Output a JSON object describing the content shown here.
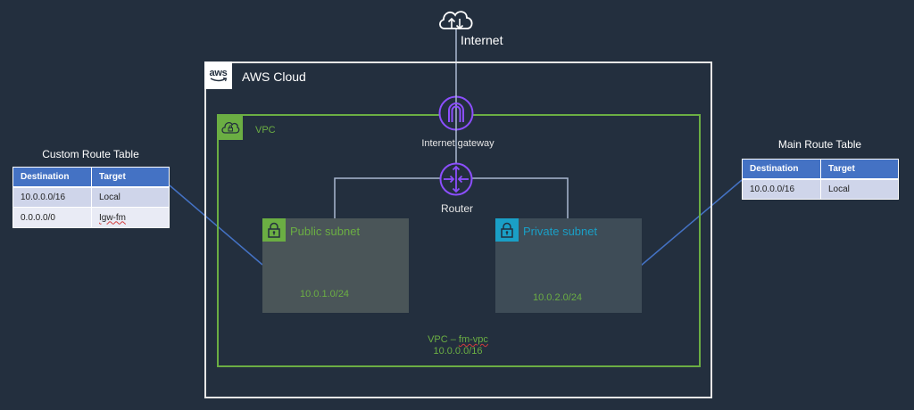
{
  "diagram": {
    "internet": {
      "label": "Internet",
      "icon": "internet-cloud-icon"
    },
    "aws_cloud": {
      "label": "AWS Cloud",
      "logo_text": "aws",
      "icon": "aws-logo-icon"
    },
    "vpc": {
      "label": "VPC",
      "icon": "vpc-cloud-lock-icon",
      "caption_prefix": "VPC – ",
      "caption_name": "fm-vpc",
      "cidr": "10.0.0.0/16"
    },
    "internet_gateway": {
      "label": "Internet gateway",
      "icon": "internet-gateway-icon"
    },
    "router": {
      "label": "Router",
      "icon": "router-icon"
    },
    "subnets": [
      {
        "label": "Public subnet",
        "cidr": "10.0.1.0/24",
        "icon": "lock-icon",
        "color": "#6bae43"
      },
      {
        "label": "Private subnet",
        "cidr": "10.0.2.0/24",
        "icon": "lock-icon",
        "color": "#1a9fc6"
      }
    ],
    "route_tables": {
      "custom": {
        "title": "Custom Route Table",
        "columns": [
          "Destination",
          "Target"
        ],
        "rows": [
          [
            "10.0.0.0/16",
            "Local"
          ],
          [
            "0.0.0.0/0",
            "Igw-fm"
          ]
        ]
      },
      "main": {
        "title": "Main Route Table",
        "columns": [
          "Destination",
          "Target"
        ],
        "rows": [
          [
            "10.0.0.0/16",
            "Local"
          ]
        ]
      }
    },
    "colors": {
      "background": "#232f3e",
      "vpc_green": "#6bae43",
      "private_blue": "#1a9fc6",
      "icon_purple": "#8c4fff",
      "connector_blue": "#4472c4",
      "table_header": "#4472c4"
    }
  }
}
